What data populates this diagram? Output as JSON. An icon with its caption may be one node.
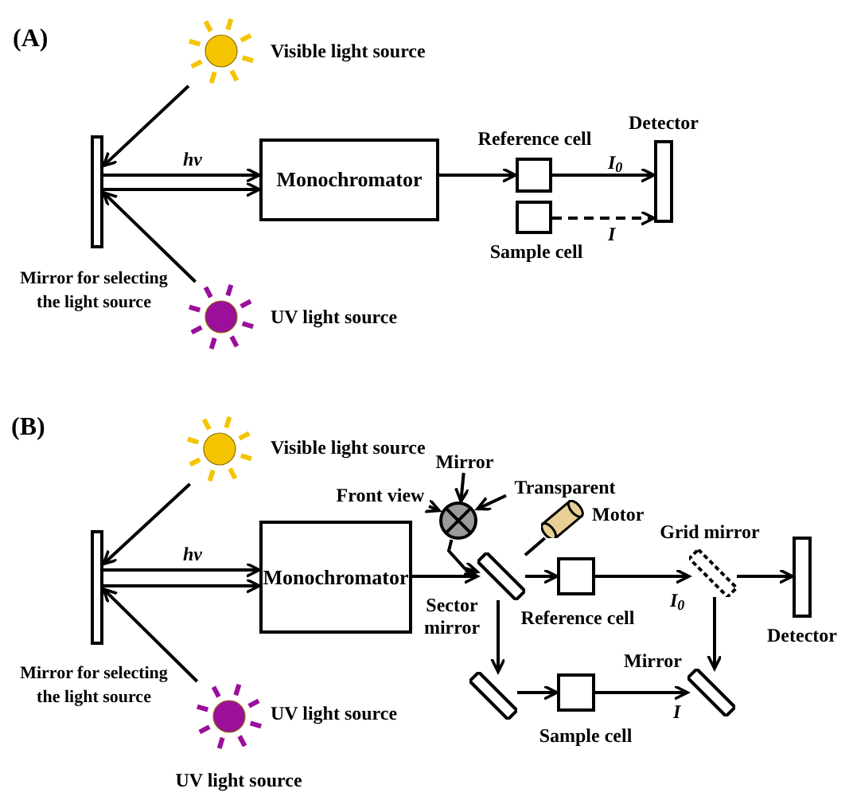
{
  "diagram": {
    "nodes": [
      {
        "text": [],
        "shape": "circle",
        "beside": [
          "Visible light source"
        ]
      },
      {
        "text": [],
        "shape": "bar",
        "beside": [
          "Mirror for selecting the light source"
        ]
      },
      {
        "text": [],
        "shape": "circle",
        "beside": [
          "UV light source"
        ]
      },
      {
        "text": [
          "Monochromator"
        ]
      },
      {
        "text": [],
        "shape": "box",
        "beside": [
          "Reference cell"
        ]
      },
      {
        "text": [],
        "shape": "box",
        "beside": [
          "Sample cell"
        ]
      },
      {
        "text": [],
        "shape": "bar",
        "beside": [
          "Detector"
        ]
      },
      {
        "text": [],
        "shape": "circle",
        "beside": [
          "Visible light source"
        ]
      },
      {
        "text": [],
        "shape": "bar",
        "beside": [
          "Mirror for selecting the light source"
        ]
      },
      {
        "text": [],
        "shape": "circle",
        "beside": [
          "UV light source",
          "UV light source"
        ]
      },
      {
        "text": [
          "Monochromator"
        ]
      },
      {
        "text": [],
        "shape": "circle"
      },
      {
        "text": [
          "Front view"
        ]
      },
      {
        "text": [
          "Mirror"
        ]
      },
      {
        "text": [
          "Transparent"
        ]
      },
      {
        "text": [],
        "shape": "cylinder",
        "beside": [
          "Motor"
        ]
      },
      {
        "text": [],
        "shape": "bar",
        "beside": [
          "Sector mirror"
        ]
      },
      {
        "text": [],
        "shape": "box",
        "beside": [
          "Reference cell"
        ]
      },
      {
        "text": [],
        "shape": "bar",
        "beside": [
          "Grid mirror"
        ]
      },
      {
        "text": [],
        "shape": "bar",
        "beside": [
          "Detector"
        ]
      },
      {
        "text": [],
        "shape": "bar"
      },
      {
        "text": [],
        "shape": "box",
        "beside": [
          "Sample cell"
        ]
      },
      {
        "text": [],
        "shape": "bar",
        "beside": [
          "Mirror"
        ]
      }
    ],
    "edges": [
      {
        "from": 0,
        "to": 1,
        "arrow": "to"
      },
      {
        "from": 2,
        "to": 1,
        "arrow": "to"
      },
      {
        "from": 1,
        "to": 3,
        "arrow": "to",
        "label": "hν"
      },
      {
        "from": 1,
        "to": 3,
        "arrow": "to"
      },
      {
        "from": 3,
        "to": 4,
        "arrow": "to"
      },
      {
        "from": 4,
        "to": 6,
        "arrow": "to",
        "label": "I$_{0}$"
      },
      {
        "from": 5,
        "to": 6,
        "arrow": "to",
        "label": "I",
        "style": "dashed"
      },
      {
        "from": 7,
        "to": 8,
        "arrow": "to"
      },
      {
        "from": 9,
        "to": 8,
        "arrow": "to"
      },
      {
        "from": 8,
        "to": 10,
        "arrow": "to",
        "label": "hν"
      },
      {
        "from": 8,
        "to": 10,
        "arrow": "to"
      },
      {
        "from": 10,
        "to": 16,
        "arrow": "to"
      },
      {
        "from": 12,
        "to": 11,
        "arrow": "to"
      },
      {
        "from": 13,
        "to": 11,
        "arrow": "to"
      },
      {
        "from": 14,
        "to": 11,
        "arrow": "to"
      },
      {
        "from": 11,
        "to": 16,
        "arrow": "to"
      },
      {
        "from": 15,
        "to": 16,
        "arrow": "none"
      },
      {
        "from": 16,
        "to": 17,
        "arrow": "to"
      },
      {
        "from": 17,
        "to": 18,
        "arrow": "to",
        "label": "I$_{0}$"
      },
      {
        "from": 18,
        "to": 19,
        "arrow": "to"
      },
      {
        "from": 16,
        "to": 20,
        "arrow": "to"
      },
      {
        "from": 20,
        "to": 21,
        "arrow": "to"
      },
      {
        "from": 21,
        "to": 22,
        "arrow": "to",
        "label": "I"
      },
      {
        "from": 18,
        "to": 22,
        "arrow": "to"
      }
    ],
    "labels": [
      "(A)",
      "(B)"
    ]
  }
}
